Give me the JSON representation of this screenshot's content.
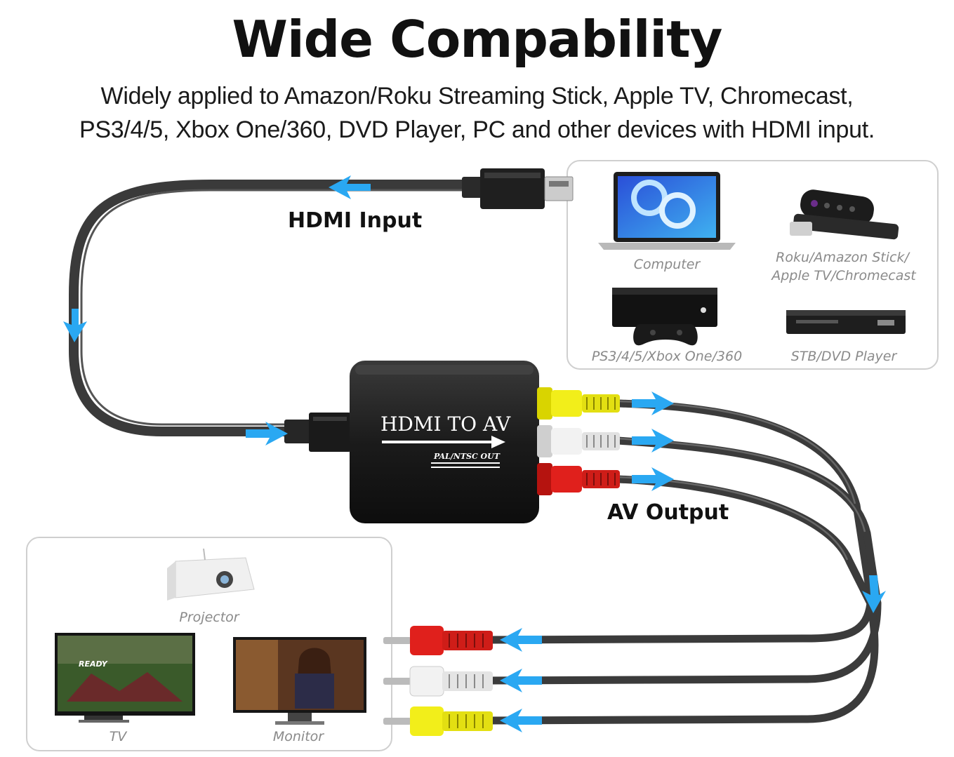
{
  "title": "Wide Compability",
  "subtitle_lines": [
    "Widely applied to Amazon/Roku Streaming Stick, Apple TV, Chromecast,",
    "PS3/4/5, Xbox One/360, DVD Player, PC and other devices with HDMI input."
  ],
  "labels": {
    "hdmi_input": "HDMI Input",
    "av_output": "AV Output"
  },
  "converter": {
    "label": "HDMI TO AV",
    "sub_label": "PAL/NTSC OUT"
  },
  "source_devices": [
    {
      "name": "Computer",
      "icon": "laptop-icon"
    },
    {
      "name_line1": "Roku/Amazon Stick/",
      "name_line2": "Apple TV/Chromecast",
      "icon": "streaming-stick-icon"
    },
    {
      "name": "PS3/4/5/Xbox One/360",
      "icon": "game-console-icon"
    },
    {
      "name": "STB/DVD Player",
      "icon": "dvd-player-icon"
    }
  ],
  "output_devices": [
    {
      "name": "Projector",
      "icon": "projector-icon"
    },
    {
      "name": "TV",
      "icon": "tv-icon"
    },
    {
      "name": "Monitor",
      "icon": "monitor-icon"
    }
  ],
  "colors": {
    "arrow": "#2aa8f2",
    "cable": "#3a3a3a",
    "rca_yellow": "#f2ee1a",
    "rca_white": "#eeeeee",
    "rca_red": "#e0201c",
    "converter_body": "#1c1c1c"
  }
}
